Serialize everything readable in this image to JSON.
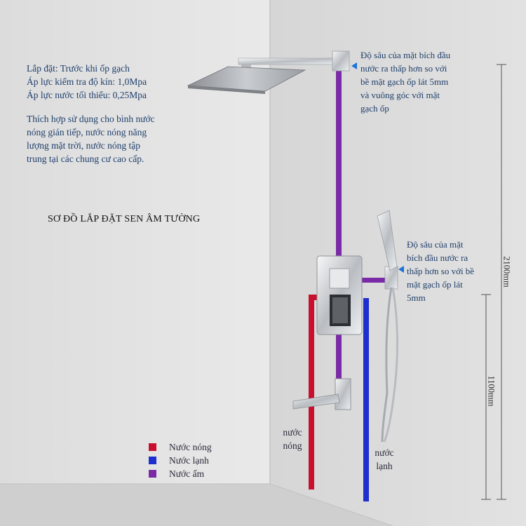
{
  "info": {
    "install": "Lắp đặt: Trước khi ốp gạch",
    "test_pressure": "Áp lực kiểm tra độ kín: 1,0Mpa",
    "min_pressure": "Áp lực nước tối thiểu: 0,25Mpa",
    "suit_1": "Thích hợp sử dụng cho bình nước",
    "suit_2": "nóng gián tiếp, nước nóng năng",
    "suit_3": "lượng mặt trời, nước nóng tập",
    "suit_4": "trung tại các chung cư cao cấp."
  },
  "title": "SƠ ĐỒ LẮP ĐẶT SEN ÂM TƯỜNG",
  "note_top": {
    "l1": "Độ sâu của mặt bích đầu",
    "l2": "nước ra thấp hơn so với",
    "l3": "bề mặt gạch ốp lát 5mm",
    "l4": "và vuông góc với mặt",
    "l5": "gạch ốp"
  },
  "note_mid": {
    "l1": "Độ sâu của mặt",
    "l2": "bích đầu nước ra",
    "l3": "thấp hơn so với bề",
    "l4": "mặt gạch ốp lát",
    "l5": "5mm"
  },
  "pipe_labels": {
    "hot_1": "nước",
    "hot_2": "nóng",
    "cold_1": "nước",
    "cold_2": "lạnh"
  },
  "legend": [
    {
      "label": "Nước nóng",
      "color": "#c8102e"
    },
    {
      "label": "Nước lạnh",
      "color": "#1e2fd0"
    },
    {
      "label": "Nước ấm",
      "color": "#7a2aa6"
    }
  ],
  "dimensions": {
    "total": "2100mm",
    "mixer": "1100mm"
  },
  "colors": {
    "hot": "#c8102e",
    "cold": "#1e2fd0",
    "warm": "#7a2aa6",
    "chrome": "#cfd3d8"
  }
}
